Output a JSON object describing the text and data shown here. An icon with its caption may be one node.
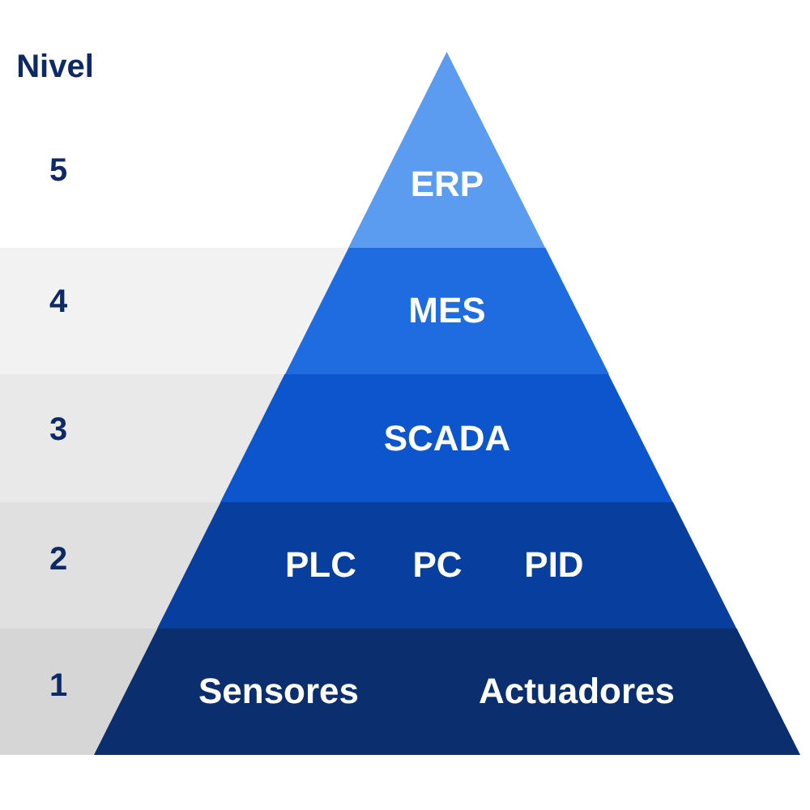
{
  "diagram": {
    "nodes": [
      {
        "text": [
          "ERP"
        ]
      },
      {
        "text": [
          "MES"
        ]
      },
      {
        "text": [
          "SCADA"
        ]
      },
      {
        "text": [
          "PLC",
          "PC",
          "PID"
        ]
      },
      {
        "text": [
          "Sensores",
          "Actuadores"
        ]
      }
    ],
    "labels": [
      "Nivel",
      "5",
      "4",
      "3",
      "2",
      "1"
    ]
  }
}
